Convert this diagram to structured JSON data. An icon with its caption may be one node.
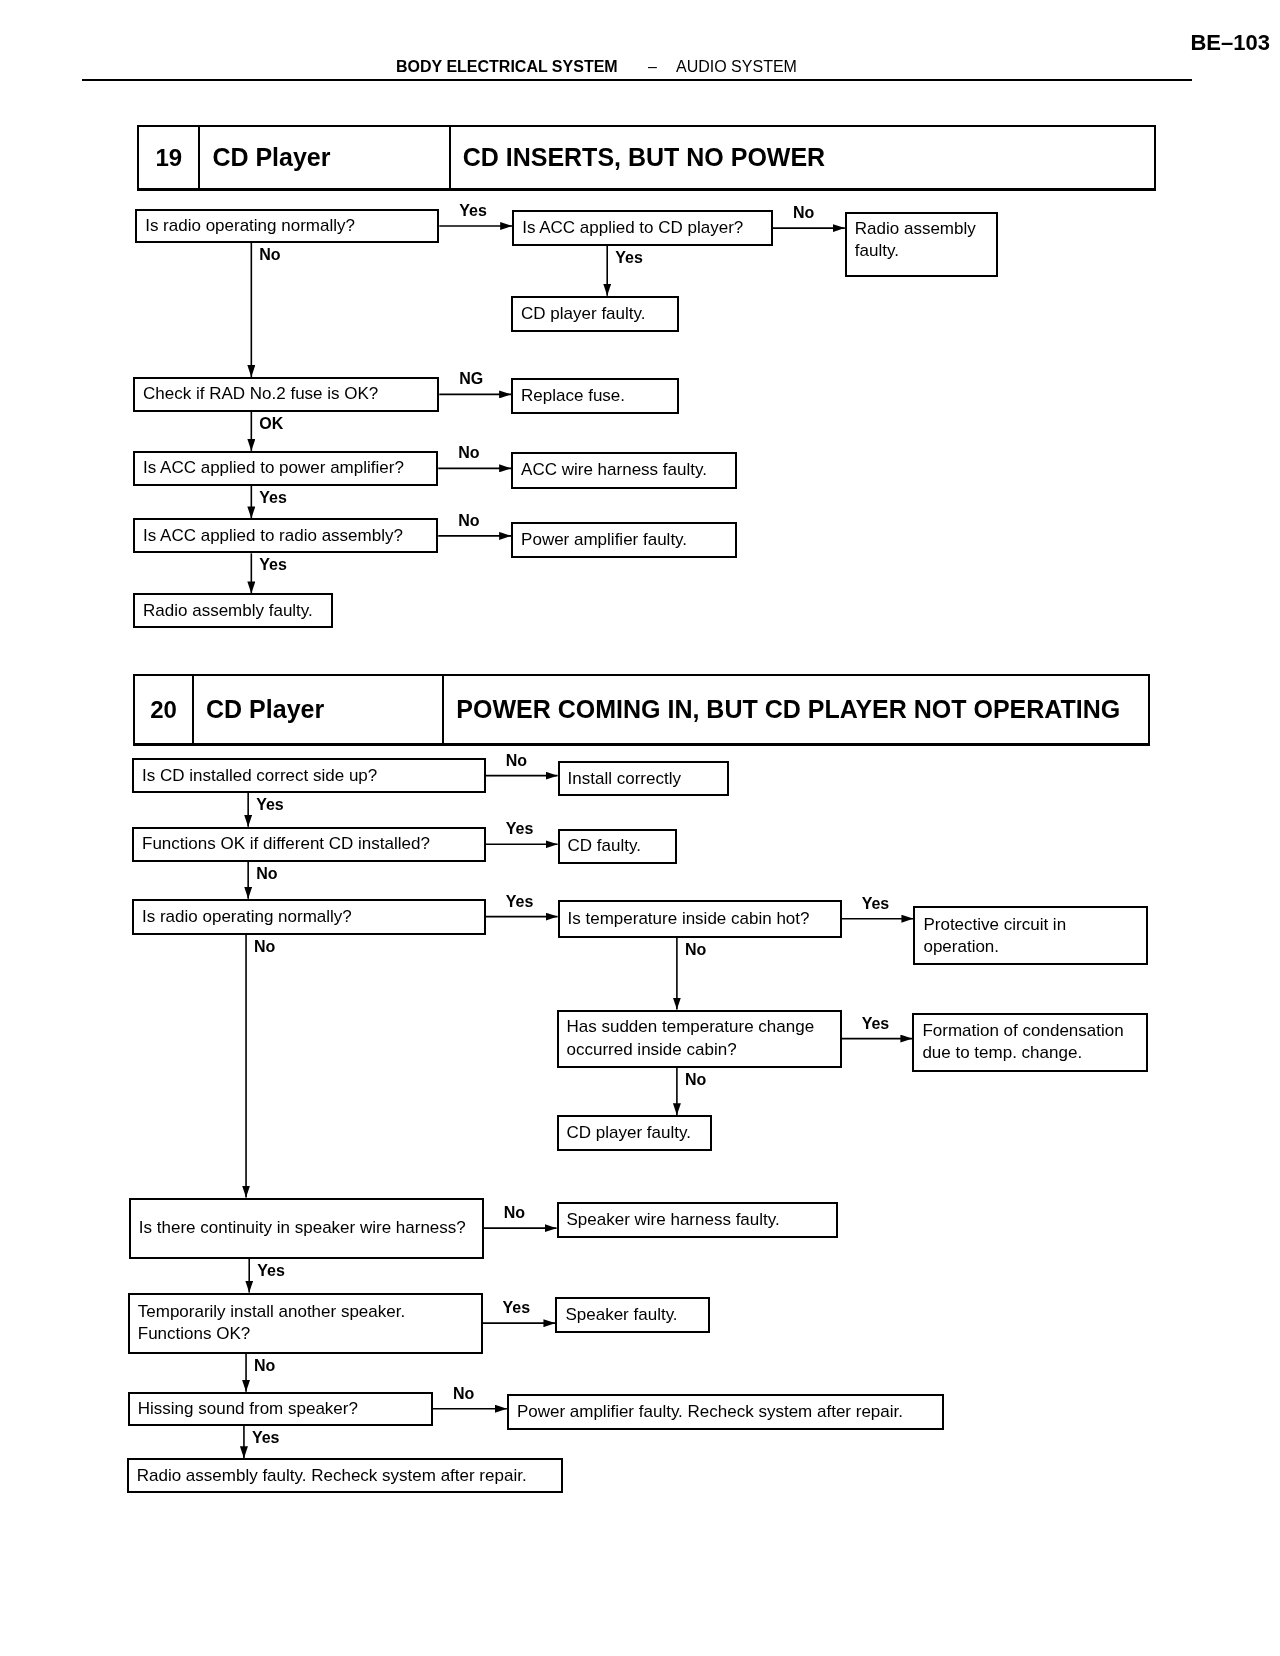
{
  "diagram": {
    "nodes": [
      {
        "text": [
          "19",
          "CD Player",
          "CD INSERTS, BUT NO POWER"
        ]
      },
      {
        "text": [
          "Is radio operating normally?"
        ]
      },
      {
        "text": [
          "Is ACC applied to CD player?"
        ]
      },
      {
        "text": [
          "Radio assembly faulty."
        ]
      },
      {
        "text": [
          "CD player faulty."
        ]
      },
      {
        "text": [
          "Check if RAD No.2 fuse is OK?"
        ]
      },
      {
        "text": [
          "Replace fuse."
        ]
      },
      {
        "text": [
          "Is ACC applied to power amplifier?"
        ]
      },
      {
        "text": [
          "ACC wire harness faulty."
        ]
      },
      {
        "text": [
          "Is ACC applied to radio assembly?"
        ]
      },
      {
        "text": [
          "Power amplifier faulty."
        ]
      },
      {
        "text": [
          "Radio assembly faulty."
        ]
      },
      {
        "text": [
          "20",
          "CD Player",
          "POWER COMING IN, BUT CD PLAYER NOT OPERATING"
        ]
      },
      {
        "text": [
          "Is CD installed correct side up?"
        ]
      },
      {
        "text": [
          "Install correctly"
        ]
      },
      {
        "text": [
          "Functions OK if different CD installed?"
        ]
      },
      {
        "text": [
          "CD faulty."
        ]
      },
      {
        "text": [
          "Is radio operating normally?"
        ]
      },
      {
        "text": [
          "Is temperature inside cabin hot?"
        ]
      },
      {
        "text": [
          "Protective circuit in operation."
        ]
      },
      {
        "text": [
          "Has sudden temperature change occurred inside cabin?"
        ]
      },
      {
        "text": [
          "Formation of condensation due to temp. change."
        ]
      },
      {
        "text": [
          "CD player faulty."
        ]
      },
      {
        "text": [
          "Is there continuity in speaker wire harness?"
        ]
      },
      {
        "text": [
          "Speaker wire harness faulty."
        ]
      },
      {
        "text": [
          "Temporarily install another speaker. Functions OK?"
        ]
      },
      {
        "text": [
          "Speaker faulty."
        ]
      },
      {
        "text": [
          "Hissing sound from speaker?"
        ]
      },
      {
        "text": [
          "Power amplifier faulty. Recheck system after repair."
        ]
      },
      {
        "text": [
          "Radio assembly faulty. Recheck system after repair."
        ]
      }
    ],
    "edges": [
      {
        "from": 1,
        "to": 2,
        "arrow": "to",
        "label": "Yes"
      },
      {
        "from": 2,
        "to": 3,
        "arrow": "to",
        "label": "No"
      },
      {
        "from": 2,
        "to": 4,
        "arrow": "to",
        "label": "Yes"
      },
      {
        "from": 1,
        "to": 5,
        "arrow": "to",
        "label": "No"
      },
      {
        "from": 5,
        "to": 6,
        "arrow": "to",
        "label": "NG"
      },
      {
        "from": 5,
        "to": 7,
        "arrow": "to",
        "label": "OK"
      },
      {
        "from": 7,
        "to": 8,
        "arrow": "to",
        "label": "No"
      },
      {
        "from": 7,
        "to": 9,
        "arrow": "to",
        "label": "Yes"
      },
      {
        "from": 9,
        "to": 10,
        "arrow": "to",
        "label": "No"
      },
      {
        "from": 9,
        "to": 11,
        "arrow": "to",
        "label": "Yes"
      },
      {
        "from": 13,
        "to": 14,
        "arrow": "to",
        "label": "No"
      },
      {
        "from": 13,
        "to": 15,
        "arrow": "to",
        "label": "Yes"
      },
      {
        "from": 15,
        "to": 16,
        "arrow": "to",
        "label": "Yes"
      },
      {
        "from": 15,
        "to": 17,
        "arrow": "to",
        "label": "No"
      },
      {
        "from": 17,
        "to": 18,
        "arrow": "to",
        "label": "Yes"
      },
      {
        "from": 18,
        "to": 19,
        "arrow": "to",
        "label": "Yes"
      },
      {
        "from": 18,
        "to": 20,
        "arrow": "to",
        "label": "No"
      },
      {
        "from": 20,
        "to": 21,
        "arrow": "to",
        "label": "Yes"
      },
      {
        "from": 20,
        "to": 22,
        "arrow": "to",
        "label": "No"
      },
      {
        "from": 17,
        "to": 23,
        "arrow": "to",
        "label": "No"
      },
      {
        "from": 23,
        "to": 24,
        "arrow": "to",
        "label": "No"
      },
      {
        "from": 23,
        "to": 25,
        "arrow": "to",
        "label": "Yes"
      },
      {
        "from": 25,
        "to": 26,
        "arrow": "to",
        "label": "Yes"
      },
      {
        "from": 25,
        "to": 27,
        "arrow": "to",
        "label": "No"
      },
      {
        "from": 27,
        "to": 28,
        "arrow": "to",
        "label": "No"
      },
      {
        "from": 27,
        "to": 29,
        "arrow": "to",
        "label": "Yes"
      }
    ],
    "labels": [
      "BE–103",
      "BODY ELECTRICAL SYSTEM",
      "–",
      "AUDIO SYSTEM"
    ]
  }
}
